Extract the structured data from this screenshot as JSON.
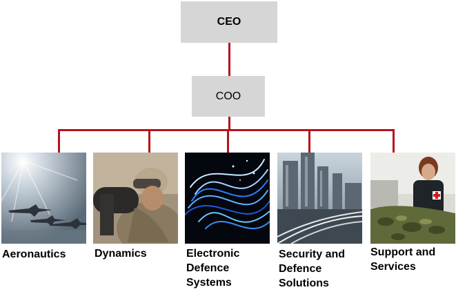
{
  "ceo": {
    "label": "CEO"
  },
  "coo": {
    "label": "COO"
  },
  "divisions": [
    {
      "label": "Aeronautics",
      "image": "fighter-jets-photo"
    },
    {
      "label": "Dynamics",
      "image": "soldier-with-launcher-photo"
    },
    {
      "label": "Electronic\nDefence\nSystems",
      "image": "light-streams-photo"
    },
    {
      "label": "Security and\nDefence\nSolutions",
      "image": "city-highway-photo"
    },
    {
      "label": "Support and\nServices",
      "image": "medic-with-patient-photo"
    }
  ],
  "colors": {
    "connector": "#b5121b",
    "box": "#d6d6d6"
  }
}
